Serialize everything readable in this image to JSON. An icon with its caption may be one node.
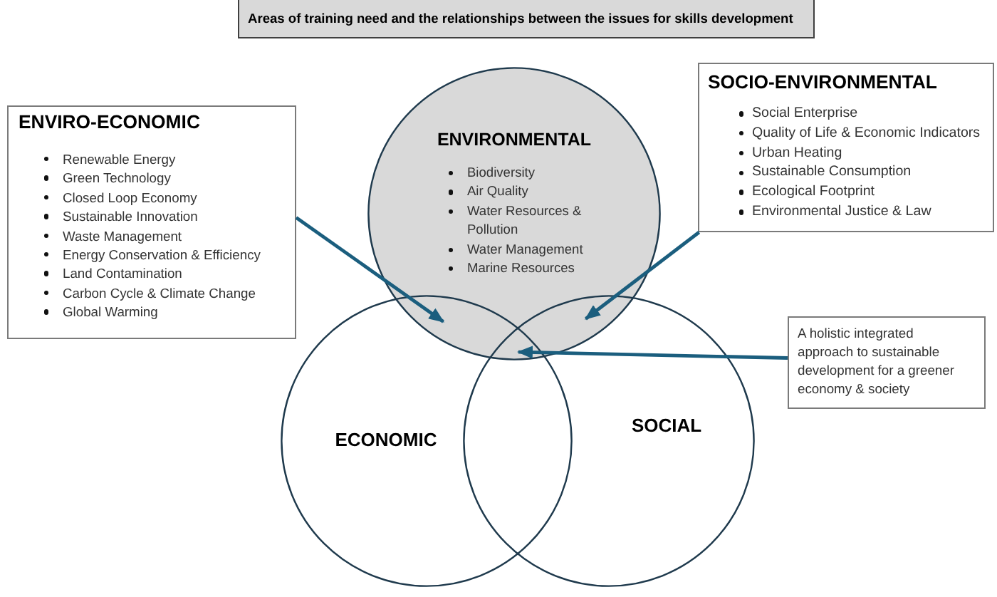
{
  "diagram": {
    "title": "Areas of training need and the relationships between the issues for skills development",
    "nodes": [
      {
        "text": [
          "ENVIRO-ECONOMIC",
          "Renewable Energy",
          "Green Technology",
          "Closed Loop Economy",
          "Sustainable Innovation",
          "Waste Management",
          "Energy Conservation & Efficiency",
          "Land Contamination",
          "Carbon Cycle & Climate Change",
          "Global Warming"
        ]
      },
      {
        "text": [
          "ENVIRONMENTAL",
          "Biodiversity",
          "Air Quality",
          "Water Resources & Pollution",
          "Water Management",
          "Marine Resources"
        ]
      },
      {
        "text": [
          "SOCIO-ENVIRONMENTAL",
          "Social Enterprise",
          "Quality of Life & Economic Indicators",
          "Urban Heating",
          "Sustainable Consumption",
          "Ecological Footprint",
          "Environmental Justice & Law"
        ]
      },
      {
        "text": [
          "ECONOMIC"
        ]
      },
      {
        "text": [
          "SOCIAL"
        ]
      },
      {
        "text": [
          "A holistic integrated approach to sustainable development for a greener economy & society"
        ]
      }
    ],
    "edges": [
      {
        "from": 0,
        "to": 1,
        "arrow": "to"
      },
      {
        "from": 0,
        "to": 3,
        "arrow": "to"
      },
      {
        "from": 2,
        "to": 1,
        "arrow": "to"
      },
      {
        "from": 2,
        "to": 4,
        "arrow": "to"
      },
      {
        "from": 5,
        "to": 1,
        "arrow": "to"
      },
      {
        "from": 5,
        "to": 3,
        "arrow": "to"
      },
      {
        "from": 5,
        "to": 4,
        "arrow": "to"
      }
    ]
  }
}
